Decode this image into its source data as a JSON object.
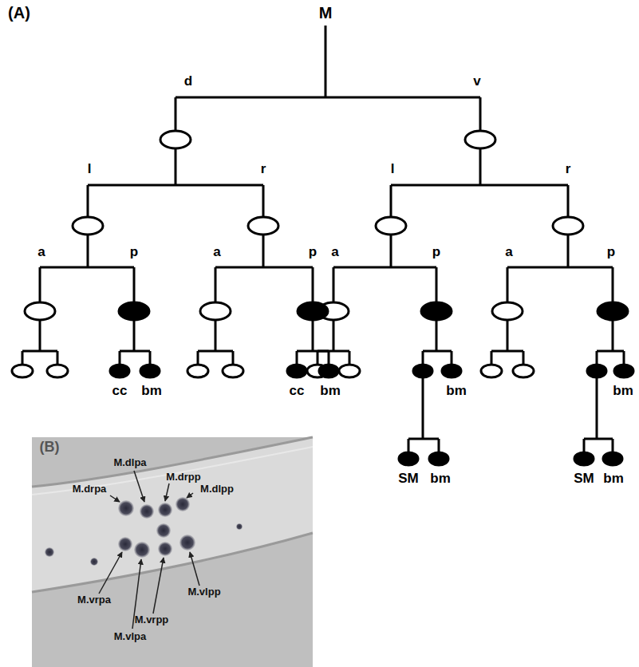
{
  "diagram": {
    "labels": [
      "(A)",
      "M",
      "d",
      "v",
      "l",
      "r",
      "l",
      "r",
      "a",
      "p",
      "a",
      "p",
      "a",
      "p",
      "a",
      "p",
      "cc",
      "bm",
      "cc",
      "bm",
      "bm",
      "bm",
      "SM",
      "bm",
      "SM",
      "bm",
      "(B)",
      "M.dlpa",
      "M.drpp",
      "M.drpa",
      "M.dlpp",
      "M.vrpa",
      "M.vlpp",
      "M.vrpp",
      "M.vlpa"
    ]
  }
}
